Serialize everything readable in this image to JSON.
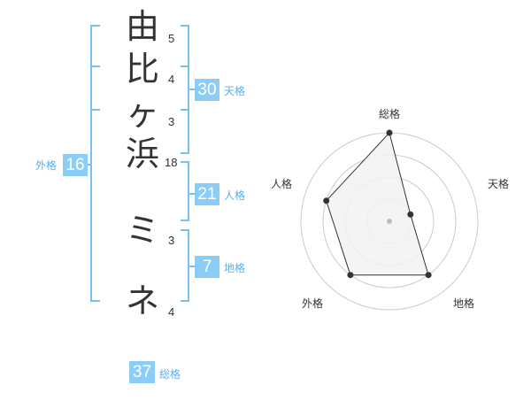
{
  "name_chars": [
    {
      "char": "由",
      "strokes": "5"
    },
    {
      "char": "比",
      "strokes": "4"
    },
    {
      "char": "ヶ",
      "strokes": "3"
    },
    {
      "char": "浜",
      "strokes": "18"
    },
    {
      "char": "ミ",
      "strokes": "3"
    },
    {
      "char": "ネ",
      "strokes": "4"
    }
  ],
  "fortunes": {
    "tenkaku": {
      "value": "30",
      "label": "天格"
    },
    "jinkaku": {
      "value": "21",
      "label": "人格"
    },
    "chikaku": {
      "value": "7",
      "label": "地格"
    },
    "gaikaku": {
      "value": "16",
      "label": "外格"
    },
    "soukaku": {
      "value": "37",
      "label": "総格"
    }
  },
  "chart_data": {
    "type": "radar",
    "axes": [
      "総格",
      "天格",
      "地格",
      "外格",
      "人格"
    ],
    "values": [
      4,
      1,
      3,
      3,
      3
    ],
    "range": [
      0,
      4
    ],
    "rings": 4,
    "colors": {
      "fill": "#f2f2f2",
      "line": "#333333",
      "grid": "#cccccc",
      "center": "#bbbbbb"
    }
  },
  "colors": {
    "accent": "#8ccdf7",
    "accent_text": "#57b1ee",
    "bracket": "#79c1f2"
  }
}
